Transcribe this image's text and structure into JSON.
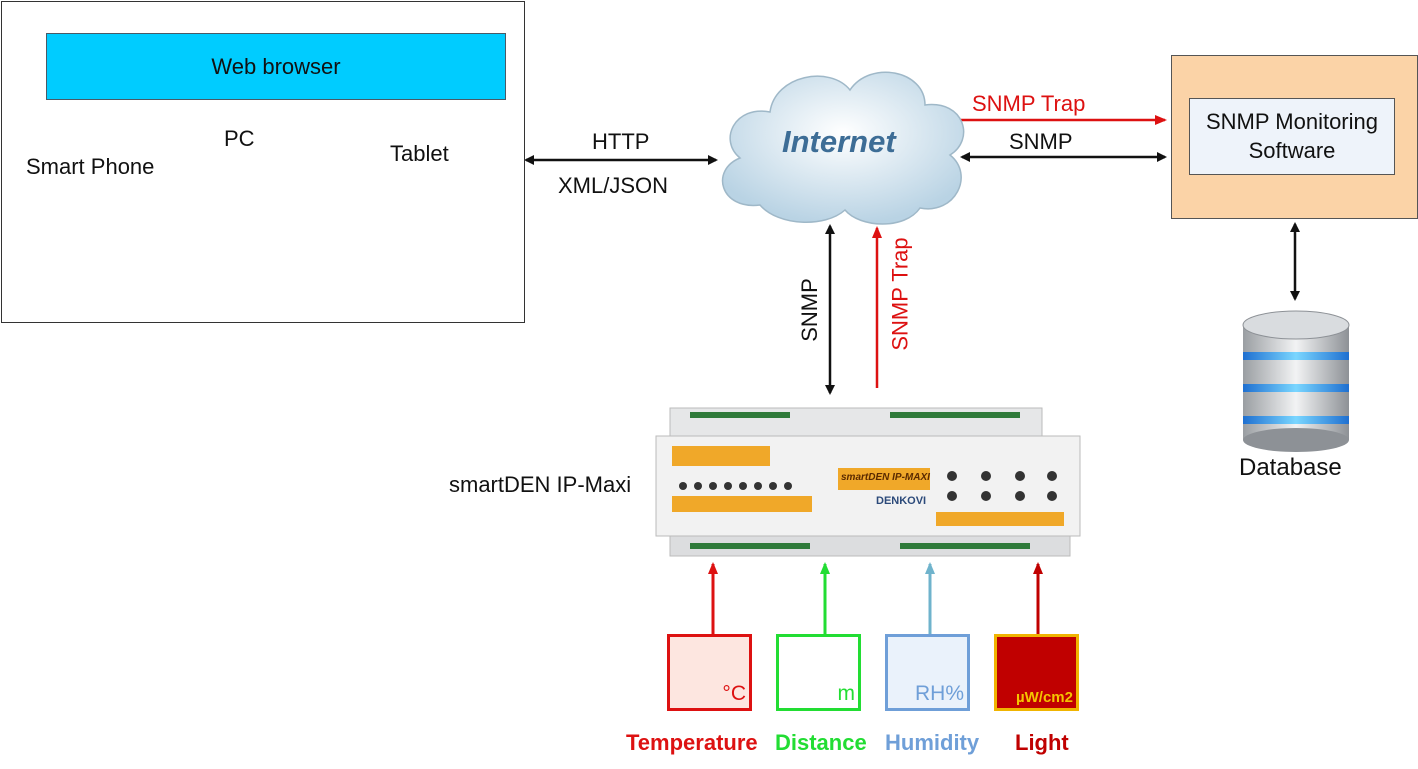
{
  "clients": {
    "browser_label": "Web browser",
    "smartphone_label": "Smart Phone",
    "pc_label": "PC",
    "tablet_label": "Tablet"
  },
  "links": {
    "http_label": "HTTP",
    "xmljson_label": "XML/JSON",
    "snmp_trap_top": "SNMP Trap",
    "snmp_top": "SNMP",
    "snmp_vertical": "SNMP",
    "snmp_trap_vertical": "SNMP Trap"
  },
  "internet": {
    "label": "Internet"
  },
  "monitoring": {
    "line1": "SNMP Monitoring",
    "line2": "Software"
  },
  "database": {
    "label": "Database"
  },
  "device": {
    "label": "smartDEN IP-Maxi",
    "brand": "smartDEN IP-MAXI",
    "maker": "DENKOVI"
  },
  "sensors": [
    {
      "name": "Temperature",
      "unit": "°C",
      "color": "#dd1111",
      "fill": "#fde6e0"
    },
    {
      "name": "Distance",
      "unit": "m",
      "color": "#22dd33",
      "fill": "#ffffff"
    },
    {
      "name": "Humidity",
      "unit": "RH%",
      "color": "#6f9fd8",
      "fill": "#eaf2fb"
    },
    {
      "name": "Light",
      "unit": "µW/cm2",
      "color": "#c00000",
      "fill": "#c00000"
    }
  ],
  "colors": {
    "red_arrow": "#dd1111",
    "black_arrow": "#111111",
    "cyan_bar": "#00ccff",
    "snmp_box": "#fbd3a7"
  }
}
